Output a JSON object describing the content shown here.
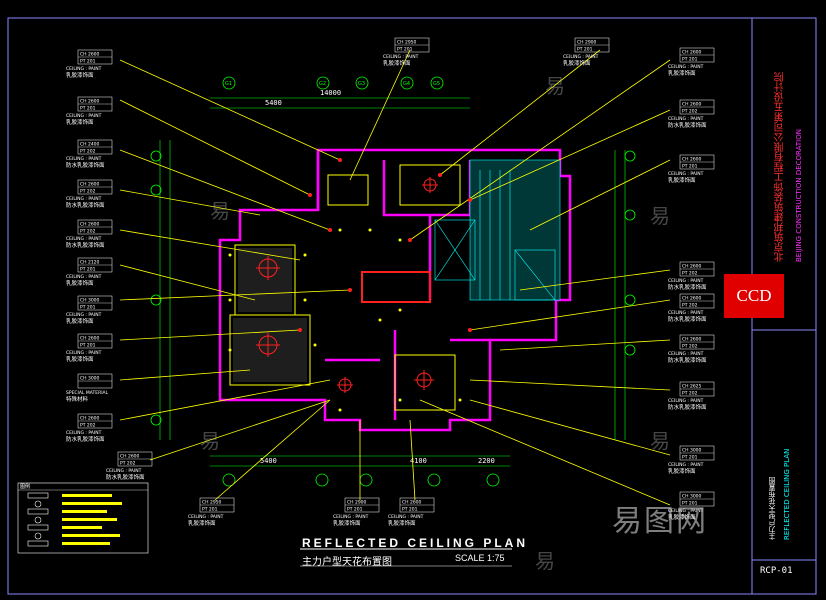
{
  "plan": {
    "title": "REFLECTED CEILING PLAN",
    "title_cn": "主力户型天花布置图",
    "scale": "SCALE 1:75",
    "drawing_no": "RCP-01"
  },
  "title_block": {
    "firm_cn": "北京筑邦建筑装饰工程有限公司第五设计院",
    "firm_en": "BEIJING CONSTRUCTION DECORATION",
    "logo": "CCD",
    "project_cn": "主力户型天花布置图",
    "project_en": "REFLECTED CEILING PLAN"
  },
  "dimensions": {
    "top_total": "14000",
    "top": [
      "5400"
    ],
    "bottom": [
      "5400",
      "4100",
      "2200"
    ]
  },
  "grid_bubbles": [
    "G1",
    "G2",
    "G3",
    "G4",
    "G5"
  ],
  "tags": [
    {
      "ch": "CH 2600",
      "pt": "PT 201",
      "desc": "CEILING : PAINT",
      "cn": "乳胶漆饰面"
    },
    {
      "ch": "CH 2600",
      "pt": "PT 201",
      "desc": "CEILING : PAINT",
      "cn": "乳胶漆饰面"
    },
    {
      "ch": "CH 2400",
      "pt": "PT 202",
      "desc": "CEILING : PAINT",
      "cn": "防水乳胶漆饰面"
    },
    {
      "ch": "CH 2600",
      "pt": "PT 202",
      "desc": "CEILING : PAINT",
      "cn": "防水乳胶漆饰面"
    },
    {
      "ch": "CH 2600",
      "pt": "PT 202",
      "desc": "CEILING : PAINT",
      "cn": "防水乳胶漆饰面"
    },
    {
      "ch": "CH 2120",
      "pt": "PT 201",
      "desc": "CEILING : PAINT",
      "cn": "乳胶漆饰面"
    },
    {
      "ch": "CH 3000",
      "pt": "PT 201",
      "desc": "CEILING : PAINT",
      "cn": "乳胶漆饰面"
    },
    {
      "ch": "CH 2600",
      "pt": "PT 201",
      "desc": "CEILING : PAINT",
      "cn": "乳胶漆饰面"
    },
    {
      "ch": "CH 3000",
      "pt": "",
      "desc": "SPECIAL MATERIAL",
      "cn": "特殊材料"
    },
    {
      "ch": "CH 2600",
      "pt": "PT 202",
      "desc": "CEILING : PAINT",
      "cn": "防水乳胶漆饰面"
    },
    {
      "ch": "CH 2600",
      "pt": "PT 202",
      "desc": "CEILING : PAINT",
      "cn": "防水乳胶漆饰面"
    },
    {
      "ch": "CH 2950",
      "pt": "PT 201",
      "desc": "CEILING : PAINT",
      "cn": "乳胶漆饰面"
    },
    {
      "ch": "CH 2900",
      "pt": "PT 201",
      "desc": "CEILING : PAINT",
      "cn": "乳胶漆饰面"
    },
    {
      "ch": "CH 2600",
      "pt": "PT 201",
      "desc": "CEILING : PAINT",
      "cn": "乳胶漆饰面"
    },
    {
      "ch": "CH 2600",
      "pt": "PT 202",
      "desc": "CEILING : PAINT",
      "cn": "防水乳胶漆饰面"
    },
    {
      "ch": "CH 2600",
      "pt": "PT 201",
      "desc": "CEILING : PAINT",
      "cn": "乳胶漆饰面"
    },
    {
      "ch": "CH 2600",
      "pt": "PT 202",
      "desc": "CEILING : PAINT",
      "cn": "防水乳胶漆饰面"
    },
    {
      "ch": "CH 2600",
      "pt": "PT 202",
      "desc": "CEILING : PAINT",
      "cn": "防水乳胶漆饰面"
    },
    {
      "ch": "CH 2600",
      "pt": "PT 202",
      "desc": "CEILING : PAINT",
      "cn": "防水乳胶漆饰面"
    },
    {
      "ch": "CH 2625",
      "pt": "PT 202",
      "desc": "CEILING : PAINT",
      "cn": "防水乳胶漆饰面"
    },
    {
      "ch": "CH 3000",
      "pt": "PT 201",
      "desc": "CEILING : PAINT",
      "cn": "乳胶漆饰面"
    },
    {
      "ch": "CH 3000",
      "pt": "PT 201",
      "desc": "CEILING : PAINT",
      "cn": "乳胶漆饰面"
    },
    {
      "ch": "CH 2950",
      "pt": "PT 201",
      "desc": "CEILING : PAINT",
      "cn": "乳胶漆饰面"
    },
    {
      "ch": "CH 2900",
      "pt": "PT 201",
      "desc": "CEILING : PAINT",
      "cn": "乳胶漆饰面"
    },
    {
      "ch": "CH 2600",
      "pt": "PT 201",
      "desc": "CEILING : PAINT",
      "cn": "乳胶漆饰面"
    }
  ],
  "legend_title": "图例",
  "watermark": "易图网",
  "watermark_small": "易",
  "colors": {
    "wall": "#ff00ff",
    "leader": "#ffff00",
    "dimension": "#00ff00",
    "light": "#ff2020",
    "stair": "#00ffff",
    "border": "#8888ff"
  }
}
